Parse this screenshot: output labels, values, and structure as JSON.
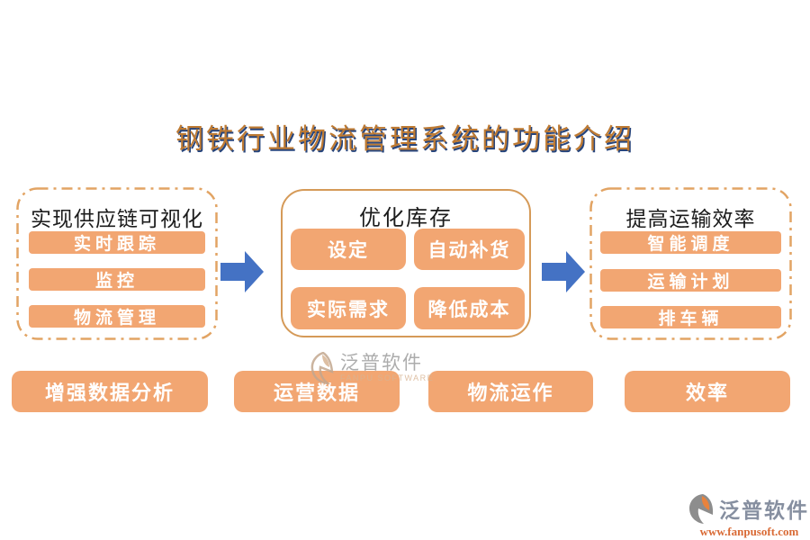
{
  "title": "钢铁行业物流管理系统的功能介绍",
  "groups": [
    {
      "id": "supply-chain-visibility",
      "header": "实现供应链可视化",
      "border_style": "dash-dot",
      "items": [
        "实时跟踪",
        "监控",
        "物流管理"
      ]
    },
    {
      "id": "inventory-optimization",
      "header": "优化库存",
      "border_style": "solid",
      "items": [
        "设定",
        "自动补货",
        "实际需求",
        "降低成本"
      ]
    },
    {
      "id": "transport-efficiency",
      "header": "提高运输效率",
      "border_style": "dash-dot",
      "items": [
        "智能调度",
        "运输计划",
        "排车辆"
      ]
    }
  ],
  "bottom_buttons": [
    "增强数据分析",
    "运营数据",
    "物流运作",
    "效率"
  ],
  "watermark": {
    "name": "泛普软件",
    "subtitle": "FANPU SOFTWARE"
  },
  "footer_logo": {
    "name": "泛普软件",
    "url": "www.fanpusoft.com"
  },
  "icons": {
    "arrow_right": "block-arrow-right",
    "logo_mark": "fanpu-leaf-swoosh"
  },
  "colors": {
    "pill_fill": "#F2A672",
    "pill_text": "#FFFFFF",
    "box_border_solid": "#D59A58",
    "box_border_dashed": "#E2A464",
    "arrow_blue": "#4472C4",
    "title_fill": "#BE7A32",
    "title_shadow": "#27457C",
    "header_text": "#1C1C1C",
    "watermark_gray": "#9E9E9E",
    "watermark_sub": "#D8B493",
    "logo_name_gray": "#868FA0",
    "logo_url_orange": "#D96A35",
    "logo_mark_orange": "#E8823C",
    "logo_mark_gray": "#8D8D8D"
  }
}
